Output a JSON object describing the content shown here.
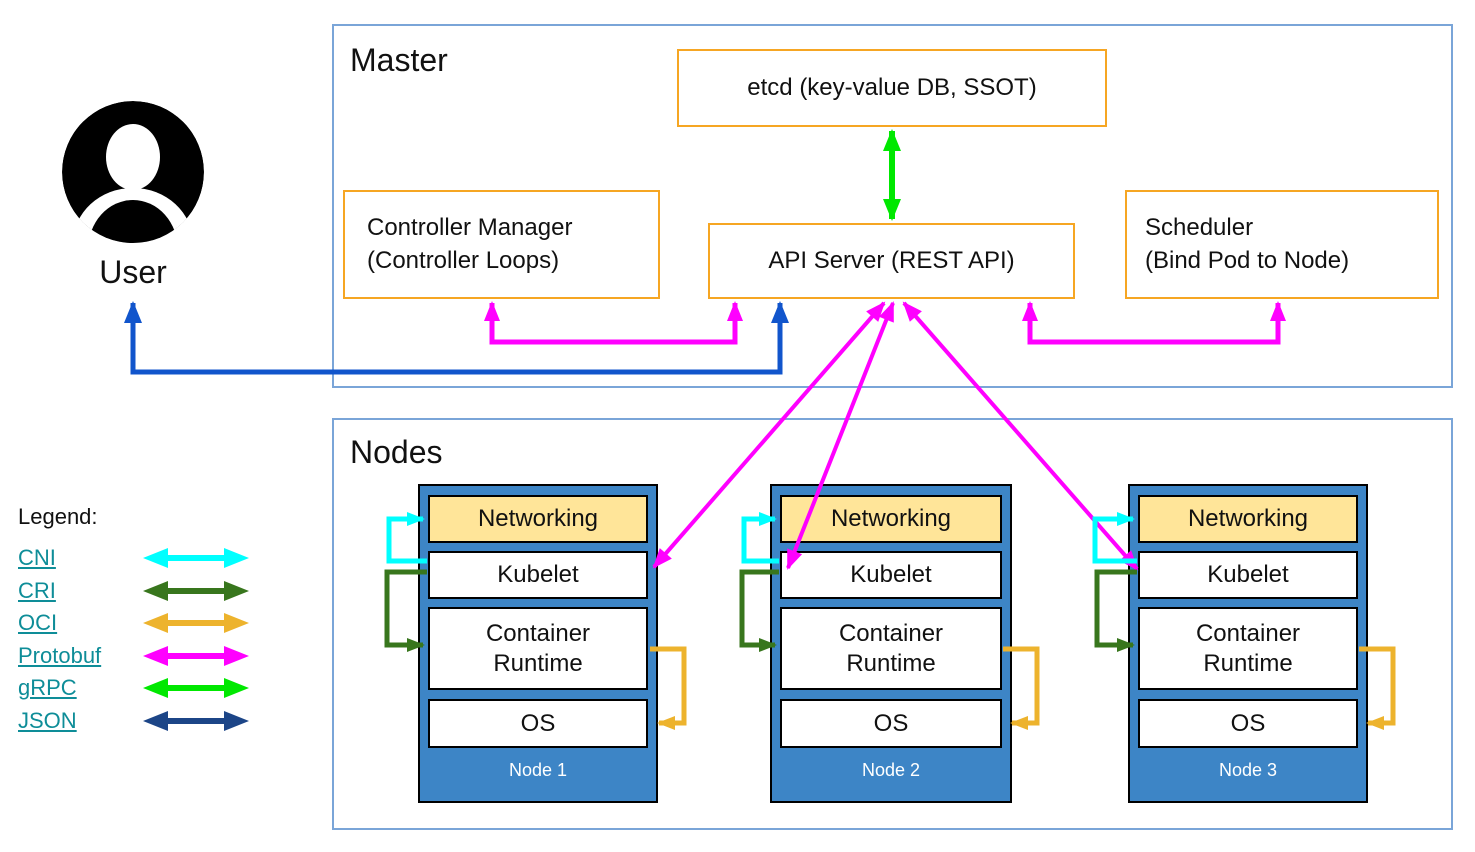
{
  "user": {
    "label": "User"
  },
  "master": {
    "title": "Master",
    "etcd_label": "etcd (key-value DB, SSOT)",
    "controller_manager": {
      "line1": "Controller Manager",
      "line2": "(Controller Loops)"
    },
    "api_server_label": "API Server (REST API)",
    "scheduler": {
      "line1": "Scheduler",
      "line2": "(Bind Pod to Node)"
    }
  },
  "nodes_section": {
    "title": "Nodes",
    "nodes": [
      {
        "name": "Node 1",
        "layers": [
          "Networking",
          "Kubelet",
          "Container Runtime",
          "OS"
        ]
      },
      {
        "name": "Node 2",
        "layers": [
          "Networking",
          "Kubelet",
          "Container Runtime",
          "OS"
        ]
      },
      {
        "name": "Node 3",
        "layers": [
          "Networking",
          "Kubelet",
          "Container Runtime",
          "OS"
        ]
      }
    ]
  },
  "legend": {
    "title": "Legend:",
    "items": [
      {
        "label": "CNI",
        "color": "#00ffff"
      },
      {
        "label": "CRI",
        "color": "#38761d"
      },
      {
        "label": "OCI",
        "color": "#edb32d"
      },
      {
        "label": "Protobuf",
        "color": "#ff00ff"
      },
      {
        "label": "gRPC",
        "color": "#00e800"
      },
      {
        "label": "JSON",
        "color": "#1c4587"
      }
    ]
  },
  "colors": {
    "cni": "#00ffff",
    "cri": "#38761d",
    "oci": "#edb32d",
    "protobuf": "#ff00ff",
    "grpc": "#00e800",
    "json": "#1c4587",
    "user_api_json": "#1155cc",
    "box_border_orange": "#f6a623",
    "node_fill_blue": "#3d85c6",
    "networking_fill": "#ffe599",
    "section_border_blue": "#7aa5d8",
    "link_teal": "#0e8d98"
  }
}
